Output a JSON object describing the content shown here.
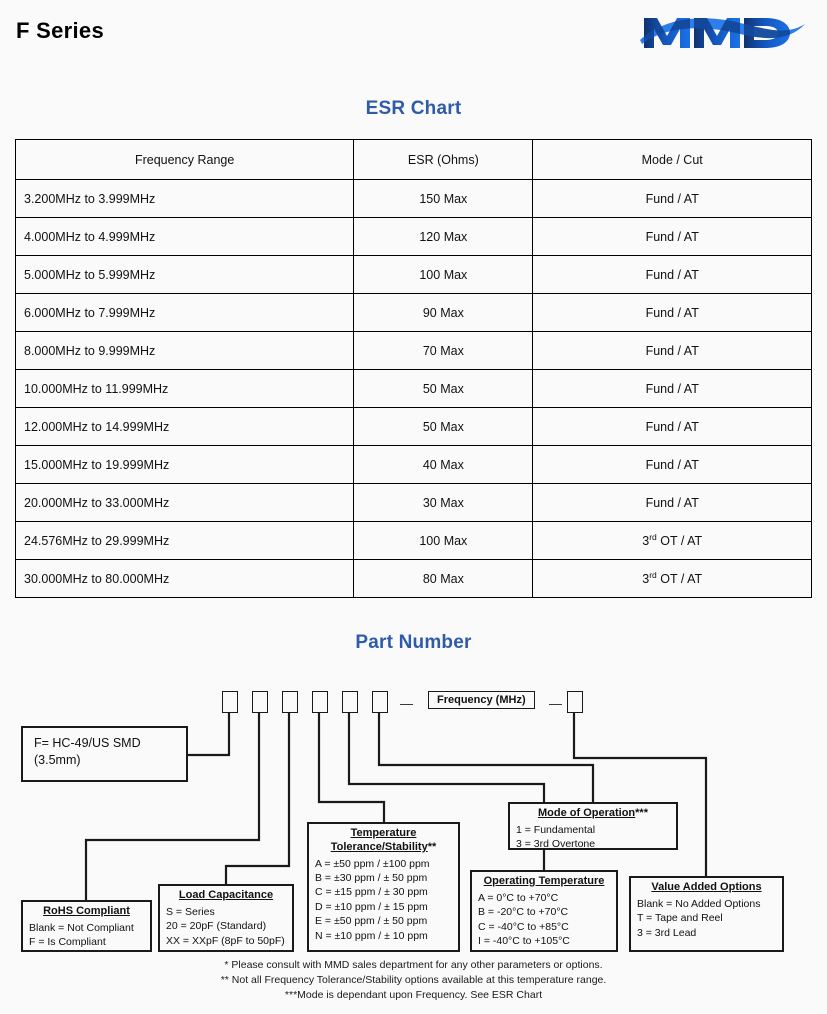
{
  "header": {
    "title": "F Series",
    "logo_name": "MMD logo",
    "logo_text": "MMD",
    "logo_color_dark": "#12326e",
    "logo_color_light": "#1b72e8"
  },
  "headings": {
    "esr": "ESR Chart",
    "part_number": "Part Number",
    "accent_color": "#2f5ba9"
  },
  "esr_table": {
    "columns": [
      "Frequency Range",
      "ESR (Ohms)",
      "Mode / Cut"
    ],
    "rows": [
      {
        "freq": "3.200MHz to 3.999MHz",
        "esr": "150 Max",
        "mode": "Fund / AT",
        "mode_sup": ""
      },
      {
        "freq": "4.000MHz to 4.999MHz",
        "esr": "120 Max",
        "mode": "Fund / AT",
        "mode_sup": ""
      },
      {
        "freq": "5.000MHz to 5.999MHz",
        "esr": "100 Max",
        "mode": "Fund / AT",
        "mode_sup": ""
      },
      {
        "freq": "6.000MHz to 7.999MHz",
        "esr": "90 Max",
        "mode": "Fund / AT",
        "mode_sup": ""
      },
      {
        "freq": "8.000MHz to 9.999MHz",
        "esr": "70 Max",
        "mode": "Fund / AT",
        "mode_sup": ""
      },
      {
        "freq": "10.000MHz to 11.999MHz",
        "esr": "50 Max",
        "mode": "Fund / AT",
        "mode_sup": ""
      },
      {
        "freq": "12.000MHz to 14.999MHz",
        "esr": "50 Max",
        "mode": "Fund / AT",
        "mode_sup": ""
      },
      {
        "freq": "15.000MHz to 19.999MHz",
        "esr": "40 Max",
        "mode": "Fund / AT",
        "mode_sup": ""
      },
      {
        "freq": "20.000MHz to 33.000MHz",
        "esr": "30 Max",
        "mode": "Fund / AT",
        "mode_sup": ""
      },
      {
        "freq": "24.576MHz to 29.999MHz",
        "esr": "100 Max",
        "mode": "3|rd| OT / AT",
        "mode_sup": "rd"
      },
      {
        "freq": "30.000MHz to 80.000MHz",
        "esr": "80 Max",
        "mode": "3|rd| OT / AT",
        "mode_sup": "rd"
      }
    ]
  },
  "part_number": {
    "slot_count": 7,
    "frequency_field": "Frequency (MHz)",
    "separator": "—",
    "package": {
      "line1": "F= HC-49/US SMD",
      "line2": "(3.5mm)"
    },
    "rohs": {
      "title": "RoHS Compliant",
      "stars": "",
      "rows": [
        "Blank = Not Compliant",
        "F = Is Compliant"
      ]
    },
    "load_capacitance": {
      "title": "Load Capacitance",
      "stars": "",
      "rows": [
        "S = Series",
        "20 = 20pF (Standard)",
        "XX = XXpF (8pF to 50pF)"
      ]
    },
    "temperature_tolerance": {
      "title_line1": "Temperature",
      "title_line2": "Tolerance/Stability",
      "stars": "**",
      "rows": [
        "A = ±50 ppm / ±100 ppm",
        "B = ±30 ppm / ±  50 ppm",
        "C = ±15 ppm / ±  30 ppm",
        "D = ±10 ppm / ±  15 ppm",
        "E = ±50 ppm / ±  50 ppm",
        "N = ±10 ppm / ±  10 ppm"
      ]
    },
    "operating_temperature": {
      "title": "Operating Temperature",
      "stars": "",
      "rows": [
        "A =   0°C to +70°C",
        "B = -20°C to +70°C",
        "C = -40°C to +85°C",
        "I  = -40°C to +105°C"
      ]
    },
    "mode_of_operation": {
      "title": "Mode of Operation",
      "stars": "***",
      "rows": [
        "1 = Fundamental",
        "3 = 3rd Overtone"
      ]
    },
    "value_added_options": {
      "title": "Value Added Options",
      "stars": "",
      "rows": [
        "Blank = No Added Options",
        "T = Tape and Reel",
        "3 = 3rd Lead"
      ]
    }
  },
  "footnotes": [
    "* Please consult with MMD sales department for any other parameters or options.",
    "** Not all Frequency Tolerance/Stability options available at this temperature range.",
    "***Mode is dependant upon Frequency. See ESR Chart"
  ]
}
